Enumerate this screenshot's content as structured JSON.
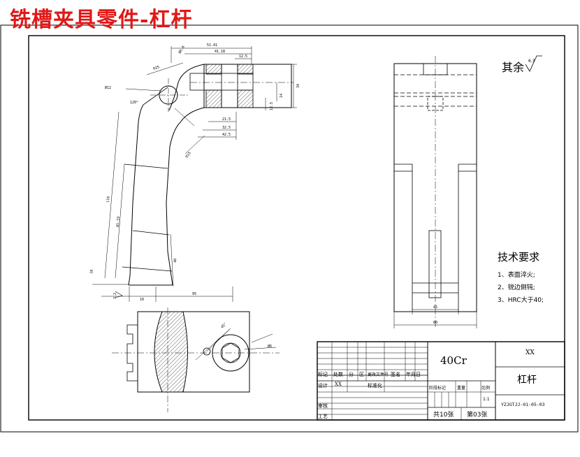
{
  "heading": "铣槽夹具零件-杠杆",
  "drawing": {
    "surface_note": "其余",
    "roughness_value": "6.3",
    "dimensions": {
      "top_total": "51.41",
      "top_part": "41.18",
      "top_small": "12.5",
      "pin_dia": "Ø12",
      "hole_rim": "Ø6.6",
      "arc_r": "R25",
      "angle_top": "120°",
      "height_a": "34",
      "height_b": "14",
      "height_c": "12.5",
      "width_a": "21.5",
      "width_b": "32.5",
      "width_c": "42.5",
      "arm_r": "R15",
      "arm_len": "110",
      "arm_len2": "85.19",
      "seg": "40",
      "thick": "10",
      "bottom": "3.2",
      "base_w": "10",
      "base_len": "95",
      "side_small": "20",
      "side_w": "45",
      "side_total": "60",
      "plan_angle": "45°",
      "plan_dia": "Ø6"
    }
  },
  "tech_requirements": {
    "title": "技术要求",
    "items": [
      "1、表面淬火;",
      "2、锐边倒钝;",
      "3、HRC大于40;"
    ]
  },
  "title_block": {
    "material": "40Cr",
    "org": "XX",
    "part_name": "杠杆",
    "drawing_no": "YZJGTJJ-01-05-03",
    "sheet_total": "共10张",
    "sheet_no": "第03张",
    "scale_mark": "1:1",
    "col_marker": "标记",
    "col_count": "处数",
    "col_zone": "分",
    "col_area": "区",
    "col_doc": "更改文件号",
    "col_sign": "签名",
    "col_date": "年月日",
    "row_design": "设计",
    "designer": "XX",
    "standardize": "标准化",
    "row_review": "审核",
    "row_process": "工艺",
    "stage_label": "阶段标记",
    "weight_label": "重量",
    "ratio_label": "比例"
  }
}
